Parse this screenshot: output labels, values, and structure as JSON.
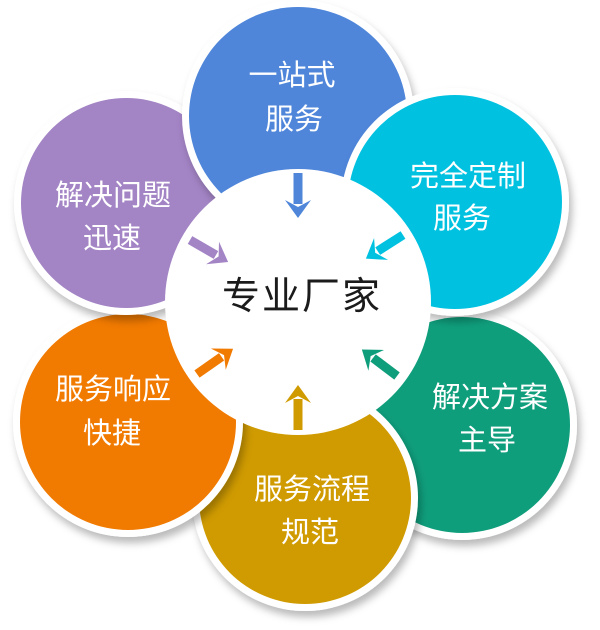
{
  "diagram_type": "hub-and-spokes",
  "center": {
    "label": "专业厂家"
  },
  "bubbles": [
    {
      "id": "one-stop-service",
      "position": "top",
      "line1": "一站式",
      "line2": "服务",
      "color": "#4f86da"
    },
    {
      "id": "fully-customized-service",
      "position": "top-right",
      "line1": "完全定制",
      "line2": "服务",
      "color": "#00c2e0"
    },
    {
      "id": "solution-led",
      "position": "bottom-right",
      "line1": "解决方案",
      "line2": "主导",
      "color": "#0f9e7c"
    },
    {
      "id": "standard-service-process",
      "position": "bottom",
      "line1": "服务流程",
      "line2": "规范",
      "color": "#d09b01"
    },
    {
      "id": "fast-service-response",
      "position": "bottom-left",
      "line1": "服务响应",
      "line2": "快捷",
      "color": "#f17a00"
    },
    {
      "id": "quick-problem-solving",
      "position": "top-left",
      "line1": "解决问题",
      "line2": "迅速",
      "color": "#a384c5"
    }
  ],
  "styles": {
    "background": "#ffffff",
    "ring_color": "#ffffff",
    "bubble_label_color": "#ffffff",
    "center_label_color": "#1b1b1b"
  }
}
